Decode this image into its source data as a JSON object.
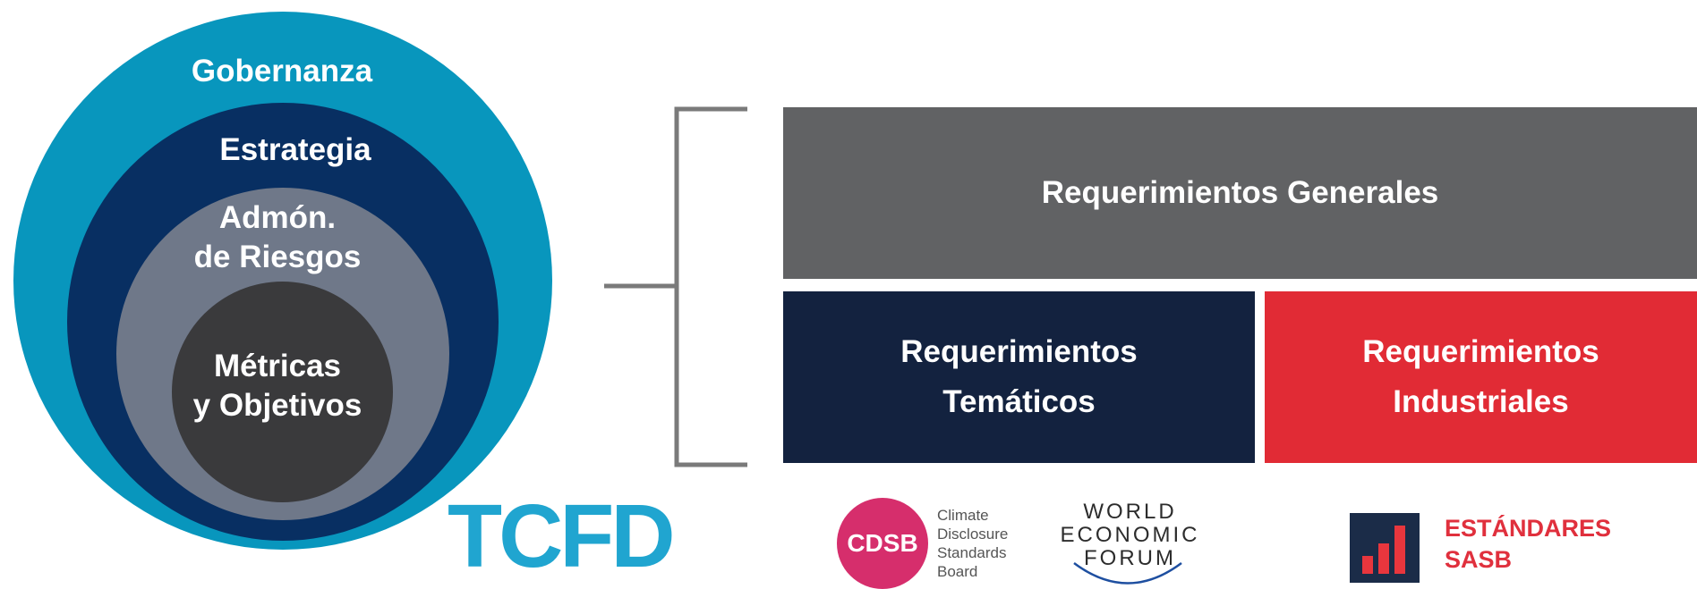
{
  "diagram": {
    "rings": [
      {
        "label": "Gobernanza",
        "color": "#0896bd"
      },
      {
        "label": "Estrategia",
        "color": "#082f62"
      },
      {
        "label": "Admón.\nde Riesgos",
        "color": "#6f7889"
      },
      {
        "label": "Métricas\ny Objetivos",
        "color": "#3a3a3c"
      }
    ],
    "boxes": {
      "generales": {
        "label": "Requerimientos Generales",
        "color": "#616264"
      },
      "tematicos": {
        "label": "Requerimientos\nTemáticos",
        "color": "#13223f"
      },
      "industriales": {
        "label": "Requerimientos\nIndustriales",
        "color": "#e12b35"
      }
    }
  },
  "logos": {
    "tcfd": "TCFD",
    "cdsb_mark": "CDSB",
    "cdsb_text": "Climate\nDisclosure\nStandards\nBoard",
    "wef": "WORLD\nECONOMIC\nFORUM",
    "sasb": "ESTÁNDARES\nSASB"
  }
}
